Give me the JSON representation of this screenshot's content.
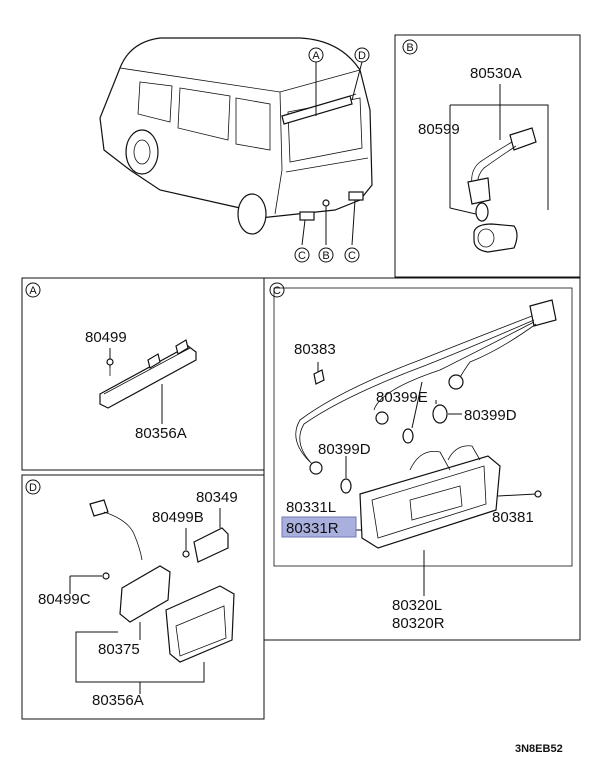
{
  "highlight_color": "#a9b0dd",
  "refs": {
    "a": "A",
    "b": "B",
    "c": "C",
    "d": "D"
  },
  "van_callouts": {
    "top_a": "A",
    "top_d": "D",
    "bottom_c1": "C",
    "bottom_b": "B",
    "bottom_c2": "C"
  },
  "section_b": {
    "label": "B",
    "parts": [
      "80530A",
      "80599"
    ]
  },
  "section_a": {
    "label": "A",
    "parts": [
      "80499",
      "80356A"
    ]
  },
  "section_c": {
    "label": "C",
    "parts": [
      "80383",
      "80399E",
      "80399D",
      "80399D",
      "80331L",
      "80331R",
      "80381",
      "80320L",
      "80320R"
    ]
  },
  "section_d": {
    "label": "D",
    "parts": [
      "80349",
      "80499B",
      "80499C",
      "80375",
      "80356A"
    ]
  },
  "diagram_code": "3N8EB52"
}
